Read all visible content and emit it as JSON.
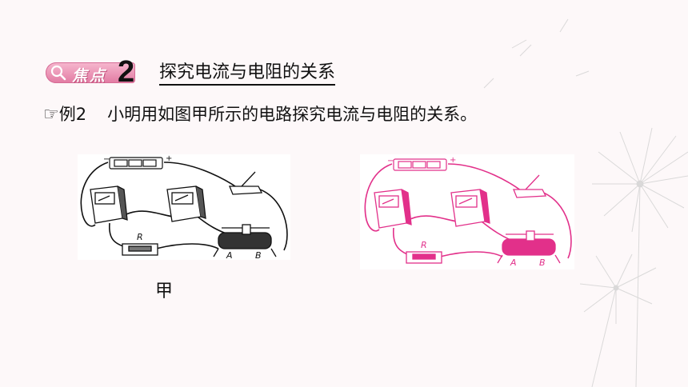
{
  "focus_tag": {
    "label": "焦点",
    "number": "2",
    "icon": "magnifier-icon",
    "color": "#e27aa2"
  },
  "section_title": "探究电流与电阻的关系",
  "example": {
    "marker": "☞",
    "label": "例2",
    "text": "小明用如图甲所示的电路探究电流与电阻的关系。"
  },
  "figure_a": {
    "resistor_label": "R",
    "terminal_a": "A",
    "terminal_b": "B",
    "battery_minus": "−",
    "battery_plus": "+",
    "caption": "甲",
    "color": "#111111"
  },
  "figure_b": {
    "resistor_label": "R",
    "terminal_a": "A",
    "terminal_b": "B",
    "battery_minus": "−",
    "battery_plus": "+",
    "color": "#e2308a"
  }
}
